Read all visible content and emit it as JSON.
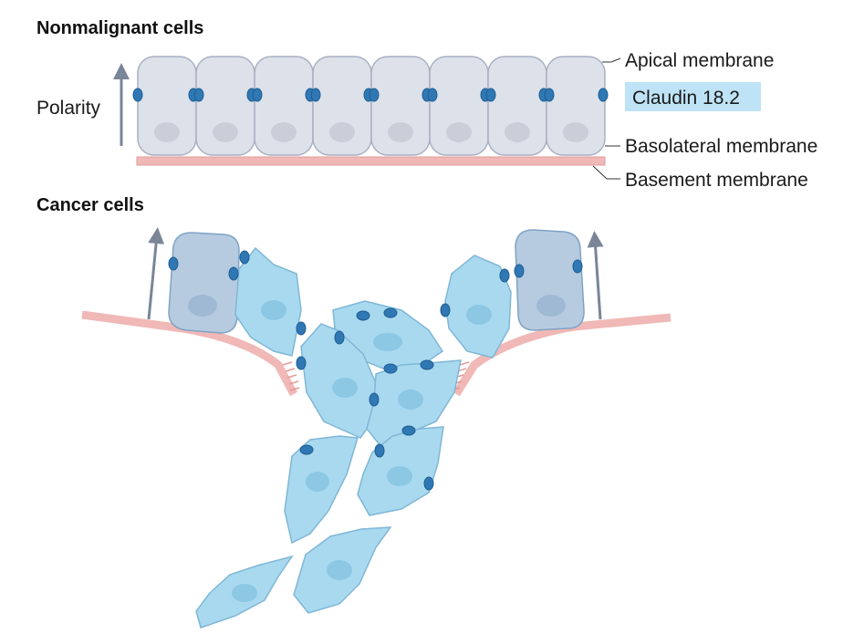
{
  "titles": {
    "nonmalignant": "Nonmalignant cells",
    "cancer": "Cancer cells"
  },
  "labels": {
    "polarity": "Polarity",
    "apical": "Apical membrane",
    "claudin": "Claudin 18.2",
    "basolateral": "Basolateral membrane",
    "basement": "Basement membrane"
  },
  "colors": {
    "normal_cell_fill": "#dde1ea",
    "normal_cell_stroke": "#a8b0c2",
    "cancer_cell_fill": "#a9d9ef",
    "cancer_cell_stroke": "#7fb7d6",
    "claudin_dot": "#2f78b4",
    "basement_membrane": "#f0b8b6",
    "arrow": "#7b8598",
    "claudin_highlight": "#bfe3f6"
  }
}
